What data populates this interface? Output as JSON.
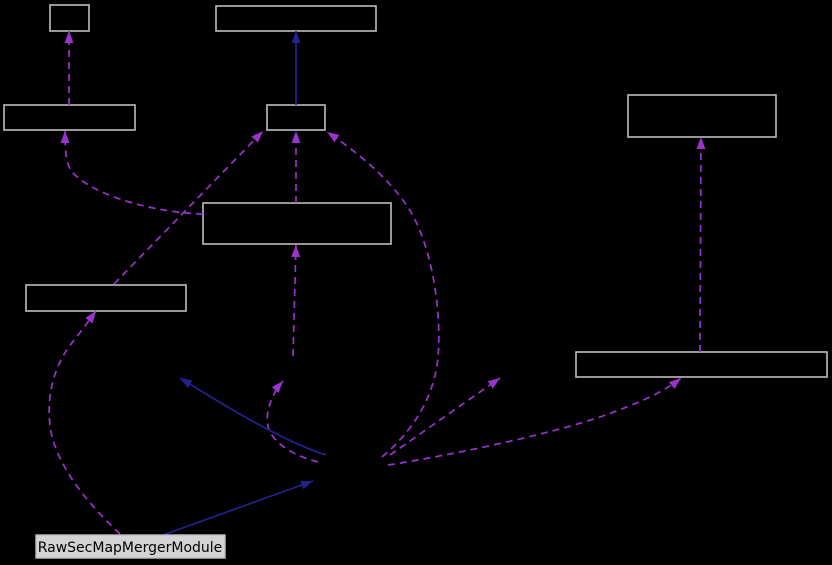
{
  "diagram": {
    "kind": "doxygen-collaboration-graph",
    "background": "#000000",
    "colors": {
      "node_border": "#bfbfbf",
      "inheritance_edge_blue": "#22228f",
      "usage_edge_purple": "#9a32cd",
      "labeled_node_fill": "#d3d3d3",
      "labeled_node_text": "#000000"
    },
    "labeled_node": {
      "label": "RawSecMapMergerModule"
    },
    "nodes": [
      {
        "id": "top-left-node",
        "label": ""
      },
      {
        "id": "top-center-node",
        "label": ""
      },
      {
        "id": "left-mid-node",
        "label": ""
      },
      {
        "id": "upper-center-node",
        "label": ""
      },
      {
        "id": "right-upper-node",
        "label": ""
      },
      {
        "id": "center-large-node",
        "label": ""
      },
      {
        "id": "left-lower-node",
        "label": ""
      },
      {
        "id": "right-lower-node",
        "label": ""
      },
      {
        "id": "merger-module-node",
        "label": "RawSecMapMergerModule"
      }
    ],
    "edges": [
      {
        "from": "left-mid-node",
        "to": "top-left-node",
        "style": "dashed-usage"
      },
      {
        "from": "upper-center-node",
        "to": "top-center-node",
        "style": "solid-inheritance"
      },
      {
        "from": "right-lower-node",
        "to": "right-upper-node",
        "style": "dashed-usage"
      },
      {
        "from": "hidden-center-node",
        "to": "center-large-node",
        "style": "dashed-usage"
      },
      {
        "from": "center-large-node",
        "to": "left-mid-node",
        "style": "dashed-usage"
      },
      {
        "from": "left-lower-node",
        "to": "upper-center-node",
        "style": "dashed-usage"
      },
      {
        "from": "center-large-node",
        "to": "upper-center-node",
        "style": "dashed-usage"
      },
      {
        "from": "hidden-hub-node",
        "to": "hidden-center-node",
        "style": "dashed-usage"
      },
      {
        "from": "hidden-hub-node",
        "to": "hidden-right-node",
        "style": "dashed-usage"
      },
      {
        "from": "hidden-hub-node",
        "to": "right-lower-node",
        "style": "dashed-usage"
      },
      {
        "from": "merger-module-node",
        "to": "left-lower-node",
        "style": "dashed-usage"
      },
      {
        "from": "hidden-hub-node",
        "to": "hidden-left-node",
        "style": "solid-inheritance"
      },
      {
        "from": "merger-module-node",
        "to": "hidden-hub-node",
        "style": "solid-inheritance"
      },
      {
        "from": "hidden-hub-node",
        "to": "upper-center-node",
        "style": "dashed-usage"
      }
    ]
  }
}
